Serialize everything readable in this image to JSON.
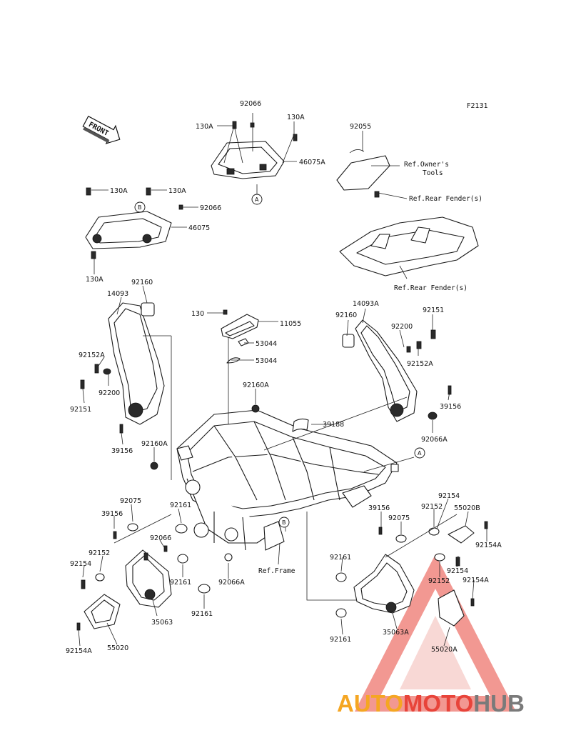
{
  "figure_code": "F2131",
  "front_arrow": "FRONT",
  "callouts": {
    "a": "A",
    "b": "B"
  },
  "labels": {
    "l_92066_top": "92066",
    "l_130A_top_l": "130A",
    "l_130A_top_r": "130A",
    "l_46075A": "46075A",
    "l_92055": "92055",
    "l_ref_owners": "Ref.Owner's",
    "l_ref_tools": "Tools",
    "l_ref_rear_fender_1": "Ref.Rear Fender(s)",
    "l_130A_l1": "130A",
    "l_130A_l2": "130A",
    "l_92066_l": "92066",
    "l_46075": "46075",
    "l_130A_l3": "130A",
    "l_ref_rear_fender_2": "Ref.Rear Fender(s)",
    "l_92160_l": "92160",
    "l_14093": "14093",
    "l_130": "130",
    "l_11055": "11055",
    "l_53044_a": "53044",
    "l_53044_b": "53044",
    "l_14093A": "14093A",
    "l_92160_r": "92160",
    "l_92151_r": "92151",
    "l_92200_r": "92200",
    "l_92152A_r": "92152A",
    "l_92152A_l": "92152A",
    "l_92200_l": "92200",
    "l_92151_l": "92151",
    "l_92160A_c": "92160A",
    "l_39156_r": "39156",
    "l_39188": "39188",
    "l_92066A_r": "92066A",
    "l_39156_l": "39156",
    "l_92160A_l": "92160A",
    "l_92075_l": "92075",
    "l_39156_ll": "39156",
    "l_92161_a": "92161",
    "l_92066_b": "92066",
    "l_92152_l": "92152",
    "l_92154_l": "92154",
    "l_92161_b": "92161",
    "l_92066A_b": "92066A",
    "l_ref_frame": "Ref.Frame",
    "l_92161_c": "92161",
    "l_35063": "35063",
    "l_92154A_l": "92154A",
    "l_55020": "55020",
    "l_39156_rr": "39156",
    "l_92075_r": "92075",
    "l_92154_r": "92154",
    "l_92152_r": "92152",
    "l_55020B": "55020B",
    "l_92154A_r": "92154A",
    "l_92161_r1": "92161",
    "l_92154_r2": "92154",
    "l_92152_r2": "92152",
    "l_92154A_r2": "92154A",
    "l_92161_r2": "92161",
    "l_35063A": "35063A",
    "l_55020A": "55020A"
  },
  "watermark": {
    "part1": "AUTO",
    "part2": "MOTO",
    "part3": "HUB"
  },
  "colors": {
    "ink": "#111111",
    "watermark_orange": "#f5a623",
    "watermark_red": "#e8443a",
    "watermark_grey": "#7a7a7a",
    "watermark_triangle": "#f29a93"
  }
}
